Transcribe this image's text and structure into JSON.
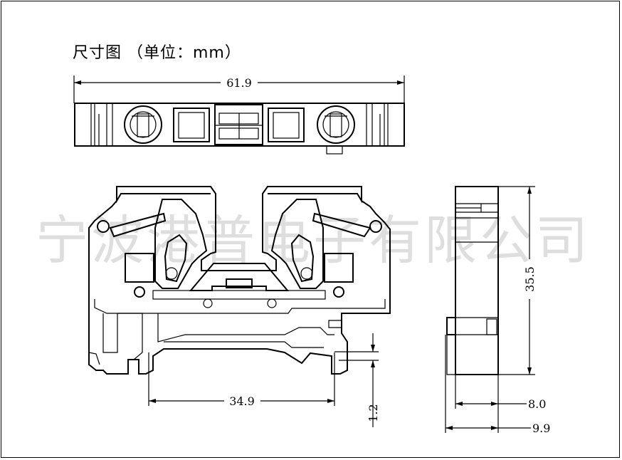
{
  "title": "尺寸图 （单位：mm）",
  "watermark": "宁波港普电子有限公司",
  "dimensions": {
    "overall_length": "61.9",
    "pitch": "34.9",
    "rail_offset": "1.2",
    "height": "35.5",
    "width_inner": "8.0",
    "width_outer": "9.9"
  }
}
